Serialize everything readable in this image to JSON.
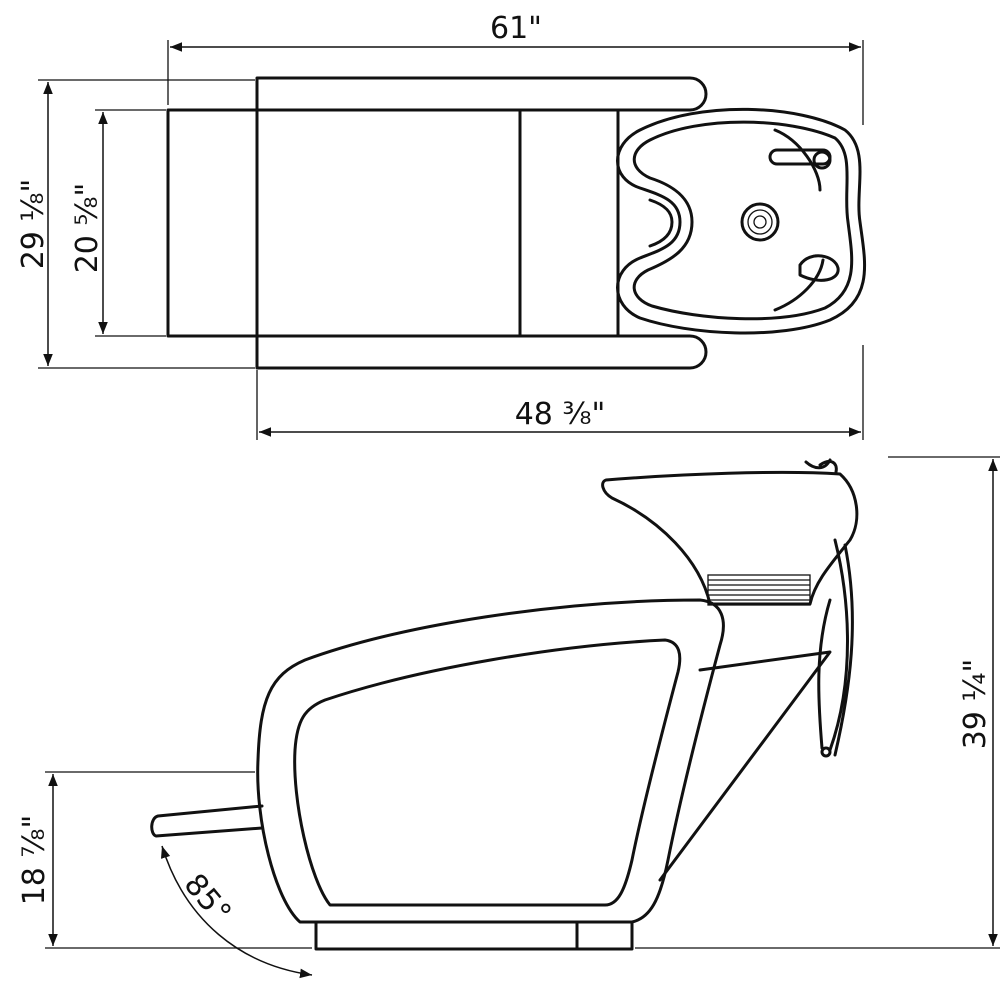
{
  "title": "Shampoo backwash unit dimensions",
  "top_view": {
    "overall_length": "61\"",
    "overall_width": "29 ⅛\"",
    "seat_width": "20 ⅝\"",
    "chair_length": "48 ⅜\""
  },
  "side_view": {
    "overall_height": "39 ¼\"",
    "seat_height": "18 ⅞\"",
    "recline_angle": "85°"
  },
  "colors": {
    "line": "#111111",
    "background": "#ffffff"
  }
}
